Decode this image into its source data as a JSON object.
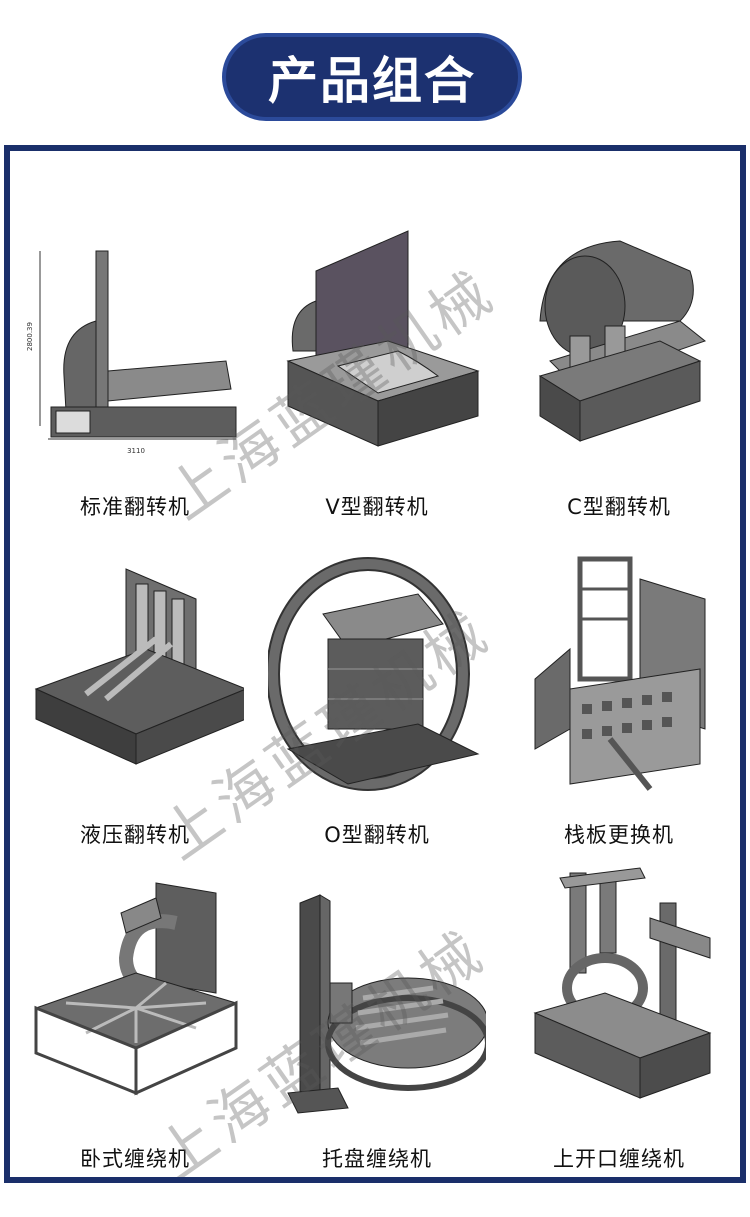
{
  "header": {
    "title": "产品组合"
  },
  "products": [
    {
      "name": "标准翻转机",
      "icon": "standard-flipper-drawing"
    },
    {
      "name": "V型翻转机",
      "icon": "v-type-flipper-drawing"
    },
    {
      "name": "C型翻转机",
      "icon": "c-type-flipper-drawing"
    },
    {
      "name": "液压翻转机",
      "icon": "hydraulic-flipper-drawing"
    },
    {
      "name": "O型翻转机",
      "icon": "o-type-flipper-drawing"
    },
    {
      "name": "栈板更换机",
      "icon": "pallet-changer-drawing"
    },
    {
      "name": "卧式缠绕机",
      "icon": "horizontal-wrapper-drawing"
    },
    {
      "name": "托盘缠绕机",
      "icon": "pallet-wrapper-drawing"
    },
    {
      "name": "上开口缠绕机",
      "icon": "top-open-wrapper-drawing"
    }
  ],
  "dimensions": {
    "height_label": "2800.39",
    "width_label": "3110"
  },
  "watermark": "上海蓝瑾机械",
  "colors": {
    "title_bg": "#1c3170",
    "frame_border": "#1a2f6a",
    "machine_gray": "#6b6b6b"
  }
}
